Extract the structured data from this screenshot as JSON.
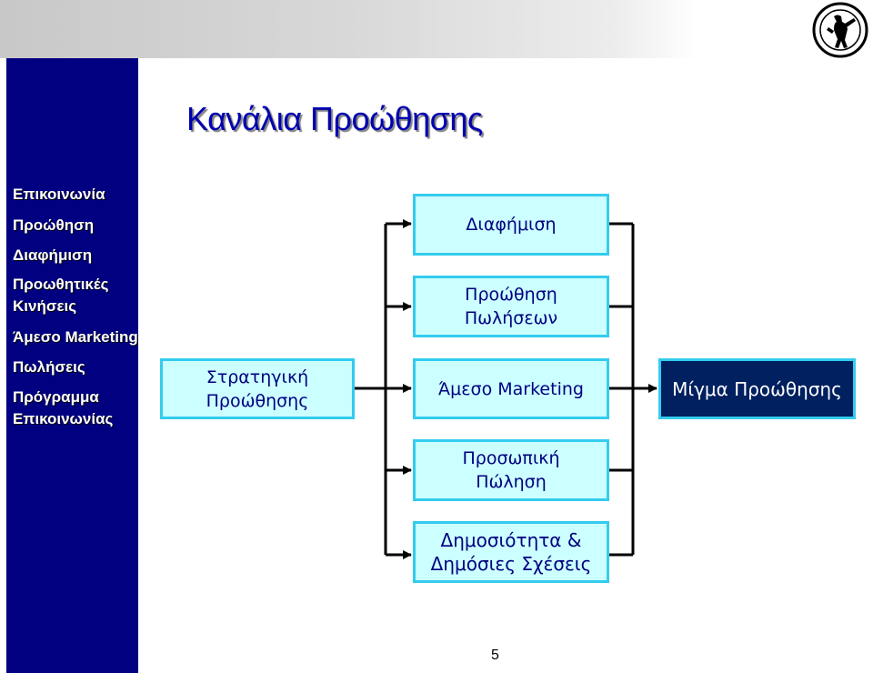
{
  "slide": {
    "title": "Κανάλια Προώθησης",
    "page_number": "5",
    "logo": "university-seal"
  },
  "sidebar": {
    "items": [
      {
        "label": "Επικοινωνία"
      },
      {
        "label": "Προώθηση"
      },
      {
        "label": "Διαφήμιση"
      },
      {
        "label": "Προωθητικές"
      },
      {
        "label": "Κινήσεις"
      },
      {
        "label": "Άμεσο Marketing"
      },
      {
        "label": "Πωλήσεις"
      },
      {
        "label": "Πρόγραμμα"
      },
      {
        "label": "Επικοινωνίας"
      }
    ]
  },
  "diagram": {
    "source": {
      "line1": "Στρατηγική",
      "line2": "Προώθησης"
    },
    "channels": [
      {
        "line1": "Διαφήμιση",
        "line2": ""
      },
      {
        "line1": "Προώθηση",
        "line2": "Πωλήσεων"
      },
      {
        "line1": "Άμεσο Marketing",
        "line2": ""
      },
      {
        "line1": "Προσωπική",
        "line2": "Πώληση"
      },
      {
        "line1": "Δημοσιότητα &",
        "line2": "Δημόσιες Σχέσεις"
      }
    ],
    "result": {
      "line1": "Μίγμα Προώθησης"
    }
  },
  "colors": {
    "sidebar_bg": "#000080",
    "box_fill": "#ccffff",
    "box_border": "#33ccee",
    "box_text": "#000080",
    "result_fill": "#002060",
    "title_color": "#0000b0"
  }
}
